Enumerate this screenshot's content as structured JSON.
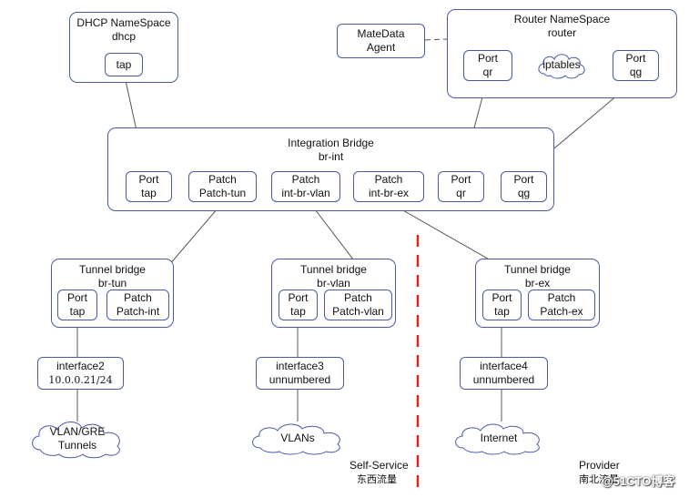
{
  "dhcp": {
    "title": "DHCP NameSpace",
    "subtitle": "dhcp",
    "port": "tap"
  },
  "metadata": {
    "line1": "MateData",
    "line2": "Agent"
  },
  "router": {
    "title": "Router NameSpace",
    "subtitle": "router",
    "port_qr": [
      "Port",
      "qr"
    ],
    "iptables": "iptables",
    "port_qg": [
      "Port",
      "qg"
    ]
  },
  "integration": {
    "title": "Integration Bridge",
    "subtitle": "br-int",
    "ports": [
      [
        "Port",
        "tap"
      ],
      [
        "Patch",
        "Patch-tun"
      ],
      [
        "Patch",
        "int-br-vlan"
      ],
      [
        "Patch",
        "int-br-ex"
      ],
      [
        "Port",
        "qr"
      ],
      [
        "Port",
        "qg"
      ]
    ]
  },
  "tunnel_tun": {
    "title": "Tunnel bridge",
    "subtitle": "br-tun",
    "port": [
      "Port",
      "tap"
    ],
    "patch": [
      "Patch",
      "Patch-int"
    ]
  },
  "tunnel_vlan": {
    "title": "Tunnel bridge",
    "subtitle": "br-vlan",
    "port": [
      "Port",
      "tap"
    ],
    "patch": [
      "Patch",
      "Patch-vlan"
    ]
  },
  "tunnel_ex": {
    "title": "Tunnel bridge",
    "subtitle": "br-ex",
    "port": [
      "Port",
      "tap"
    ],
    "patch": [
      "Patch",
      "Patch-ex"
    ]
  },
  "interfaces": [
    [
      "interface2",
      "10.0.0.21/24"
    ],
    [
      "interface3",
      "unnumbered"
    ],
    [
      "interface4",
      "unnumbered"
    ]
  ],
  "clouds": [
    [
      "VLAN/GRE",
      "Tunnels"
    ],
    [
      "VLANs"
    ],
    [
      "Internet"
    ]
  ],
  "zones": {
    "self_service": "Self-Service",
    "self_service_cn": "东西流量",
    "provider": "Provider",
    "provider_cn": "南北流量"
  },
  "watermark": "@51CTO博客",
  "colors": {
    "border": "#4a5aa8",
    "line": "#555555",
    "divider": "#d9251d"
  }
}
